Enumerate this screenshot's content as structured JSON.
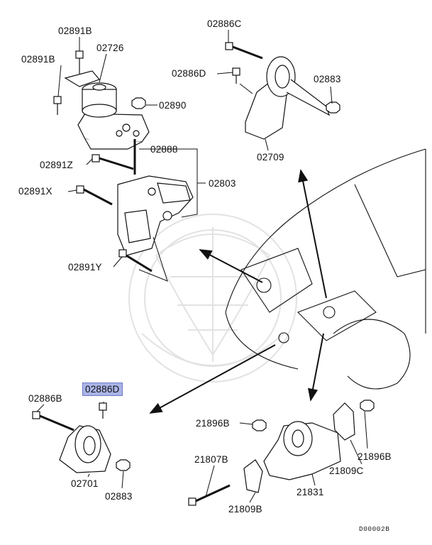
{
  "colors": {
    "line": "#111111",
    "highlight_fill": "#aab4e8",
    "highlight_border": "#6f7bc4",
    "watermark": "#e4e4e4"
  },
  "labels": {
    "p02891B_top": "02891B",
    "p02891B_left": "02891B",
    "p02726": "02726",
    "p02890": "02890",
    "p02891Z": "02891Z",
    "p02888": "02888",
    "p02891X": "02891X",
    "p02803": "02803",
    "p02891Y": "02891Y",
    "p02886C": "02886C",
    "p02886D_top": "02886D",
    "p02883_top": "02883",
    "p02709": "02709",
    "p02886D_highlight": "02886D",
    "p02886B": "02886B",
    "p02701": "02701",
    "p02883_bottom": "02883",
    "p21896B_left": "21896B",
    "p21896B_right": "21896B",
    "p21807B": "21807B",
    "p21809C": "21809C",
    "p21831": "21831",
    "p21809B": "21809B"
  },
  "diagram_code": "D00002B"
}
